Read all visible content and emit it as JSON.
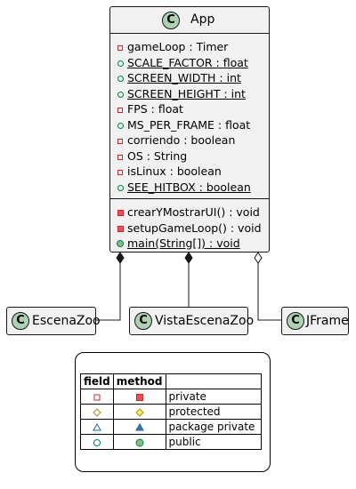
{
  "app_class": {
    "stereotype_letter": "C",
    "name": "App",
    "fields": [
      {
        "visibility": "private",
        "text": "gameLoop : Timer",
        "static": false
      },
      {
        "visibility": "public",
        "text": "SCALE_FACTOR : float",
        "static": true
      },
      {
        "visibility": "public",
        "text": "SCREEN_WIDTH : int",
        "static": true
      },
      {
        "visibility": "public",
        "text": "SCREEN_HEIGHT : int",
        "static": true
      },
      {
        "visibility": "private",
        "text": "FPS : float",
        "static": false
      },
      {
        "visibility": "public",
        "text": "MS_PER_FRAME : float",
        "static": false
      },
      {
        "visibility": "private",
        "text": "corriendo : boolean",
        "static": false
      },
      {
        "visibility": "private",
        "text": "OS : String",
        "static": false
      },
      {
        "visibility": "private",
        "text": "isLinux : boolean",
        "static": false
      },
      {
        "visibility": "public",
        "text": "SEE_HITBOX : boolean",
        "static": true
      }
    ],
    "methods": [
      {
        "visibility": "private",
        "text": "crearYMostrarUI() : void",
        "static": false
      },
      {
        "visibility": "private",
        "text": "setupGameLoop() : void",
        "static": false
      },
      {
        "visibility": "public",
        "text": "main(String[]) : void",
        "static": true
      }
    ]
  },
  "related_classes": [
    {
      "stereotype_letter": "C",
      "name": "EscenaZoo",
      "relation": "composition"
    },
    {
      "stereotype_letter": "C",
      "name": "VistaEscenaZoo",
      "relation": "composition"
    },
    {
      "stereotype_letter": "C",
      "name": "JFrame",
      "relation": "aggregation"
    }
  ],
  "legend": {
    "headers": [
      "field",
      "method",
      ""
    ],
    "rows": [
      {
        "label": "private",
        "field_icon": "private-field-icon",
        "method_icon": "private-method-icon"
      },
      {
        "label": "protected",
        "field_icon": "protected-field-icon",
        "method_icon": "protected-method-icon"
      },
      {
        "label": "package private",
        "field_icon": "package-field-icon",
        "method_icon": "package-method-icon"
      },
      {
        "label": "public",
        "field_icon": "public-field-icon",
        "method_icon": "public-method-icon"
      }
    ]
  },
  "colors": {
    "class_fill": "#f1f1f1",
    "stereotype_circle": "#add1b2",
    "private": "#c82930",
    "private_fill": "#f24d5c",
    "protected": "#b38d22",
    "protected_fill": "#ffff44",
    "package": "#1963a0",
    "package_fill": "#4177af",
    "public": "#038048",
    "public_fill": "#84be84"
  }
}
